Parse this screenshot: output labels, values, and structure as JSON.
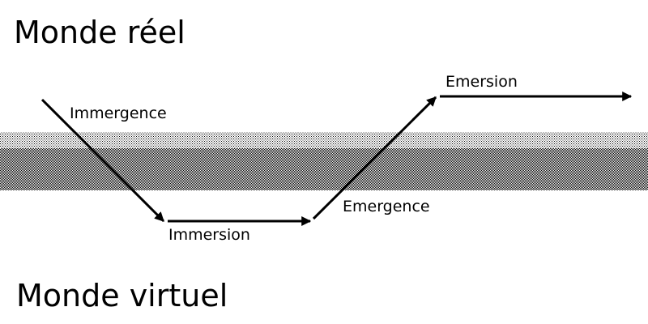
{
  "diagram": {
    "top_world_label": "Monde réel",
    "bottom_world_label": "Monde virtuel",
    "steps": [
      {
        "id": "immergence",
        "label": "Immergence"
      },
      {
        "id": "immersion",
        "label": "Immersion"
      },
      {
        "id": "emergence",
        "label": "Emergence"
      },
      {
        "id": "emersion",
        "label": "Emersion"
      }
    ],
    "colors": {
      "ink": "#000000",
      "background": "#ffffff",
      "boundary_texture": "#000000"
    }
  }
}
